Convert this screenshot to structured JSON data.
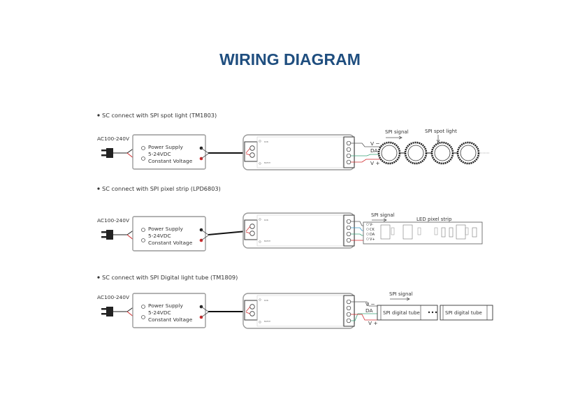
{
  "title": "WIRING DIAGRAM",
  "colors": {
    "title": "#1f4e7f",
    "wire_negative": "#333333",
    "wire_positive": "#d0292b",
    "wire_data": "#3aa37a",
    "wire_clock": "#3a9ac8"
  },
  "rows": [
    {
      "heading": "SC connect with SPI spot light (TM1803)",
      "ac_label": "AC100-240V",
      "ps": [
        "Power Supply",
        "5-24VDC",
        "Constant Voltage"
      ],
      "controller": {
        "run": "RUN",
        "match": "MATCH"
      },
      "pins": [
        "V −",
        "DA",
        "V +"
      ],
      "signal_label": "SPI signal",
      "device_label": "SPI spot light"
    },
    {
      "heading": "SC connect with SPI pixel strip (LPD6803)",
      "ac_label": "AC100-240V",
      "ps": [
        "Power Supply",
        "5-24VDC",
        "Constant Voltage"
      ],
      "controller": {
        "run": "RUN",
        "match": "MATCH"
      },
      "pins": [
        "V-",
        "CK",
        "DA",
        "V+"
      ],
      "signal_label": "SPI signal",
      "device_label": "LED pixel strip"
    },
    {
      "heading": "SC connect with SPI Digital light tube (TM1809)",
      "ac_label": "AC100-240V",
      "ps": [
        "Power Supply",
        "5-24VDC",
        "Constant Voltage"
      ],
      "controller": {
        "run": "RUN",
        "match": "MATCH"
      },
      "pins": [
        "V −",
        "DA",
        "V +"
      ],
      "signal_label": "SPI signal",
      "device_labels": [
        "SPI digital tube",
        "SPI digital tube"
      ]
    }
  ]
}
